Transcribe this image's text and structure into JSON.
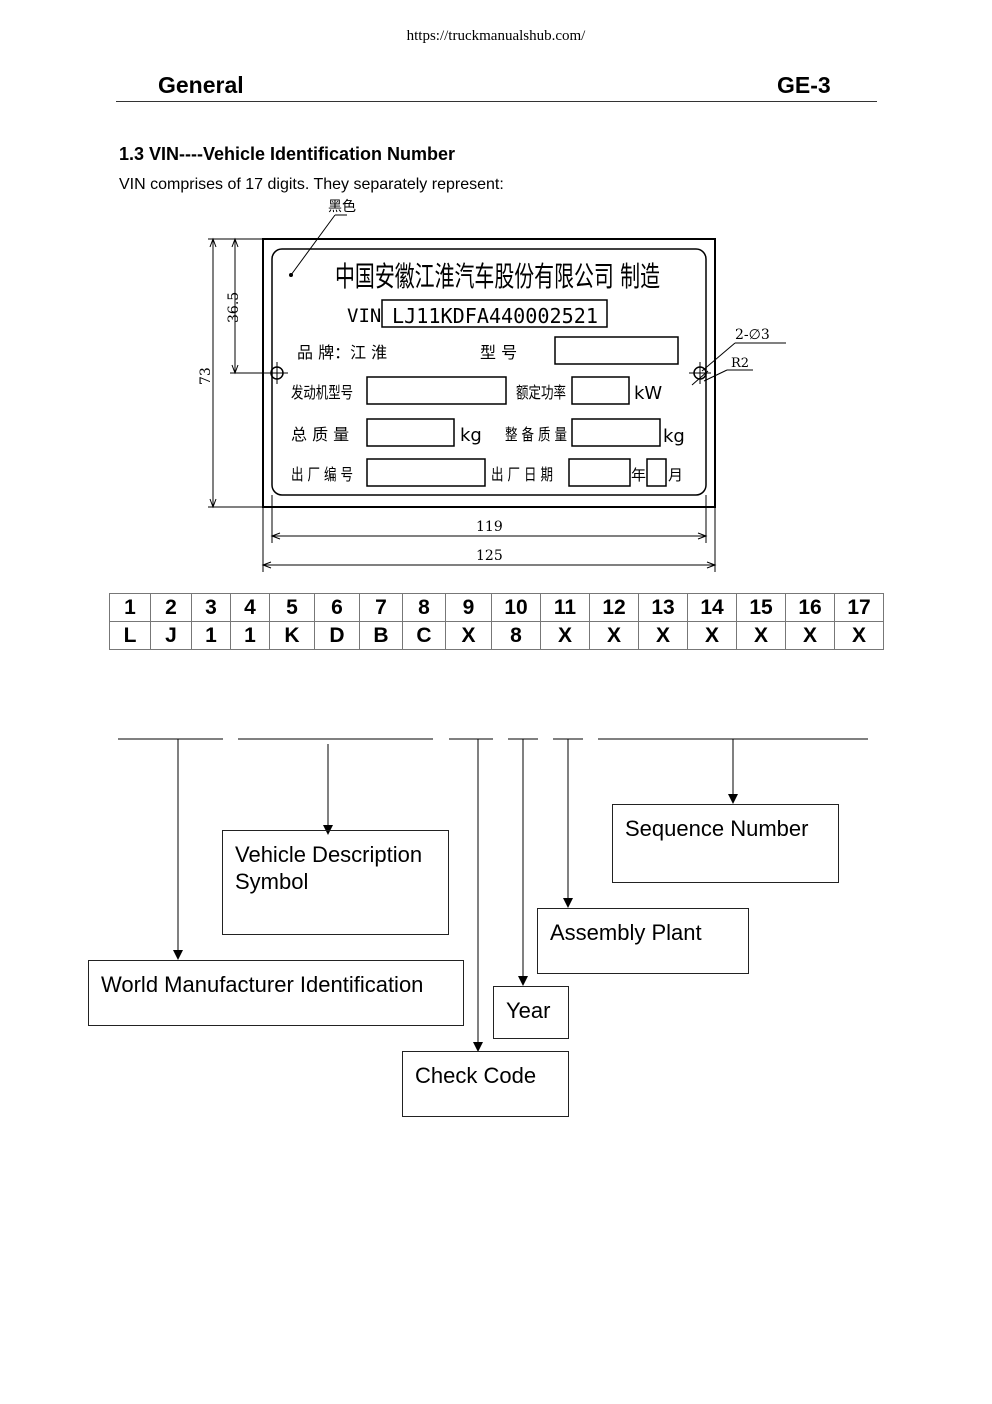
{
  "source_url": "https://truckmanualshub.com/",
  "header": {
    "left": "General",
    "right": "GE-3"
  },
  "section": {
    "title": "1.3 VIN----Vehicle Identification Number",
    "intro": "VIN comprises of 17 digits. They separately represent:"
  },
  "plate": {
    "color_note": "黑色",
    "company": "中国安徽江淮汽车股份有限公司  制造",
    "vin_label": "VIN",
    "vin_value": "LJ11KDFA440002521",
    "brand": "品  牌：江 淮",
    "model": "型    号",
    "engine_model": "发动机型号",
    "rated_power": "额定功率",
    "power_unit": "kW",
    "gross_mass": "总 质 量",
    "mass_unit": "kg",
    "curb_mass": "整 备 质 量",
    "curb_unit": "kg",
    "serial": "出 厂 编 号",
    "prod_date": "出 厂 日 期",
    "year_char": "年",
    "month_char": "月",
    "dim_height": "73",
    "dim_hole_offset": "36.5",
    "dim_inner_width": "119",
    "dim_outer_width": "125",
    "hole_spec": "2-∅3",
    "radius_spec": "R2"
  },
  "vin_table": {
    "positions": [
      "1",
      "2",
      "3",
      "4",
      "5",
      "6",
      "7",
      "8",
      "9",
      "10",
      "11",
      "12",
      "13",
      "14",
      "15",
      "16",
      "17"
    ],
    "characters": [
      "L",
      "J",
      "1",
      "1",
      "K",
      "D",
      "B",
      "C",
      "X",
      "8",
      "X",
      "X",
      "X",
      "X",
      "X",
      "X",
      "X"
    ]
  },
  "labels": {
    "vds": "Vehicle Description Symbol",
    "sequence": "Sequence Number",
    "plant": "Assembly Plant",
    "wmi": "World Manufacturer Identification",
    "year": "Year",
    "check": "Check Code"
  }
}
